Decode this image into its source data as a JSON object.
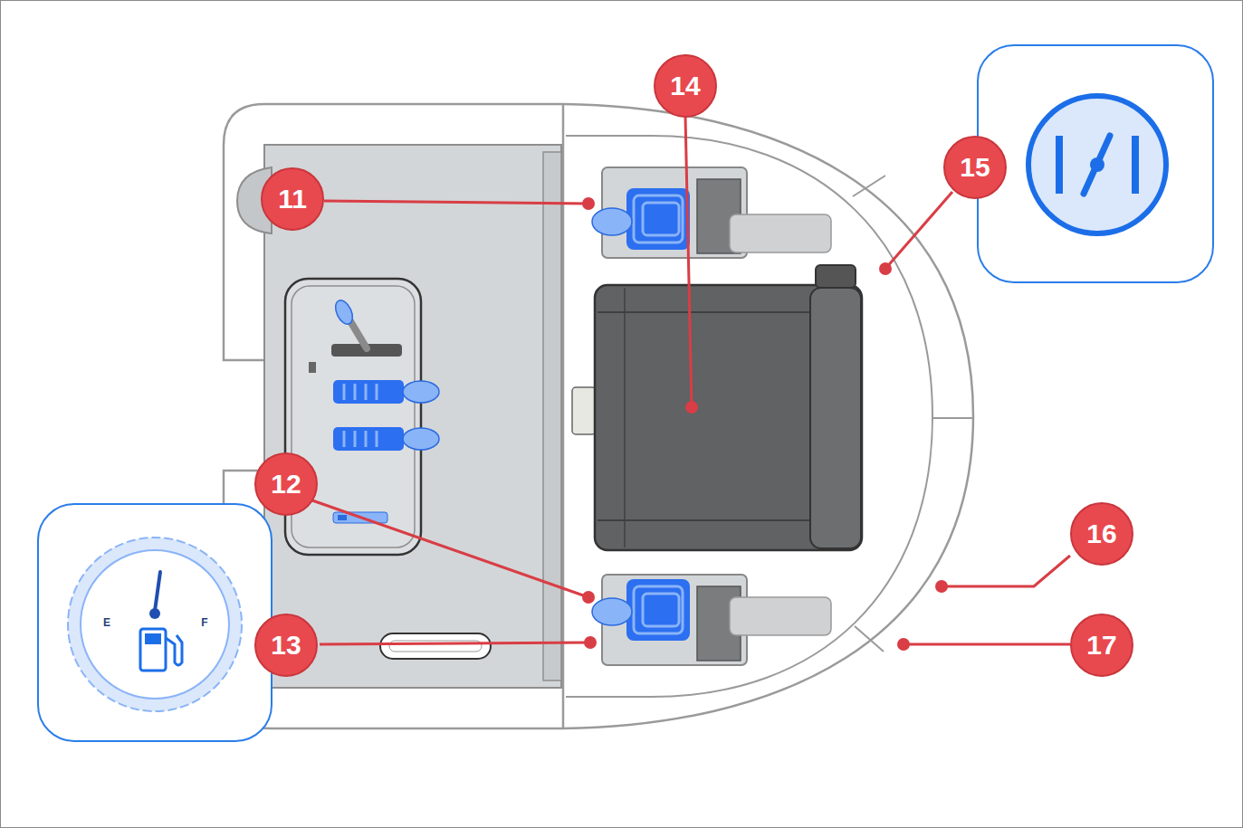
{
  "diagram": {
    "labels": [
      "14",
      "15",
      "11",
      "12",
      "16",
      "13",
      "17",
      "E",
      "F"
    ]
  }
}
